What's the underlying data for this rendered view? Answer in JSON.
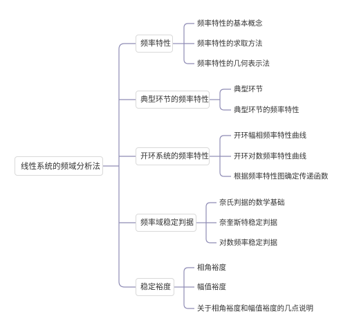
{
  "mindmap": {
    "root": "线性系统的频域分析法",
    "line_color": "#8e8bb5",
    "branches": [
      {
        "label": "频率特性",
        "children": [
          "频率特性的基本概念",
          "频率特性的求取方法",
          "频率特性的几何表示法"
        ]
      },
      {
        "label": "典型环节的频率特性",
        "children": [
          "典型环节",
          "典型环节的频率特性"
        ]
      },
      {
        "label": "开环系统的频率特性",
        "children": [
          "开环幅相频率特性曲线",
          "开环对数频率特性曲线",
          "根据频率特性图确定传递函数"
        ]
      },
      {
        "label": "频率域稳定判据",
        "children": [
          "奈氏判据的数学基础",
          "奈奎斯特稳定判据",
          "对数频率稳定判据"
        ]
      },
      {
        "label": "稳定裕度",
        "children": [
          "相角裕度",
          "幅值裕度",
          "关于相角裕度和幅值裕度的几点说明"
        ]
      }
    ]
  }
}
